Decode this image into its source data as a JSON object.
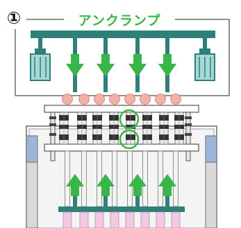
{
  "step_number": "①",
  "title": "アンクランプ",
  "colors": {
    "accent_green": "#3ab54a",
    "teal_frame": "#2f7f7a",
    "frame_stroke": "#6c6c6c",
    "gray_fill": "#d9d9d9",
    "blue_side": "#9bb6d8",
    "pink_ball": "#f2b0a6",
    "pink_bottom": "#f1c9e4",
    "cylinder_teal": "#a6d8d5"
  },
  "icons": {
    "down_arrows": "green-down-arrow",
    "up_arrows": "green-up-arrow",
    "highlight_rings": "green-highlight-ring"
  },
  "counts": {
    "down_arrows": 4,
    "up_arrows": 4,
    "balls": 8,
    "bottom_pins": 8
  }
}
